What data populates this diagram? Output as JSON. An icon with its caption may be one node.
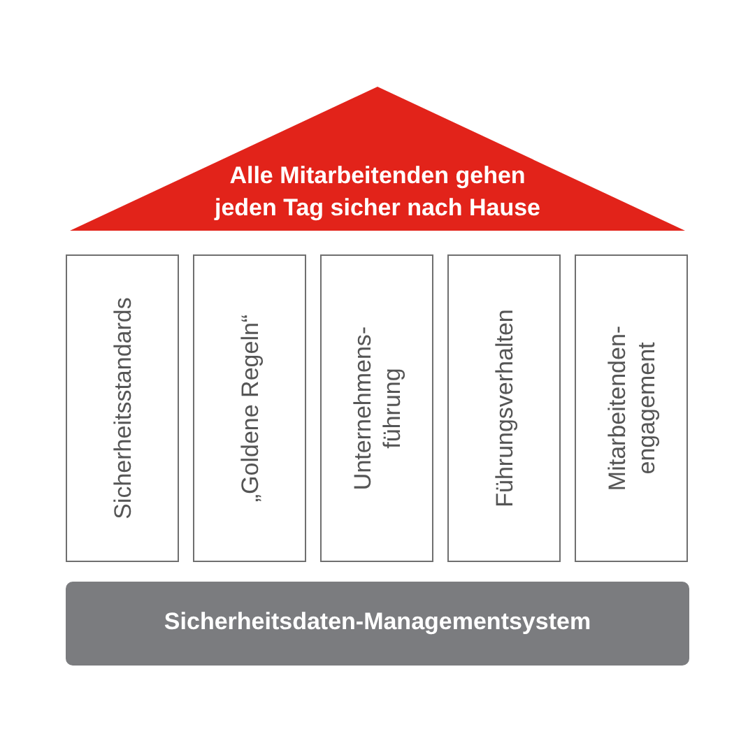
{
  "diagram": {
    "nodes": [
      {
        "text": [
          "Alle Mitarbeitenden gehen jeden Tag sicher nach Hause"
        ]
      },
      {
        "text": [
          "Sicherheitsstandards"
        ]
      },
      {
        "text": [
          "„Goldene Regeln“"
        ]
      },
      {
        "text": [
          "Unternehmens- führung"
        ]
      },
      {
        "text": [
          "Führungsverhalten"
        ]
      },
      {
        "text": [
          "Mitarbeitenden- engagement"
        ]
      },
      {
        "text": [
          "Sicherheitsdaten-Managementsystem"
        ]
      }
    ]
  }
}
